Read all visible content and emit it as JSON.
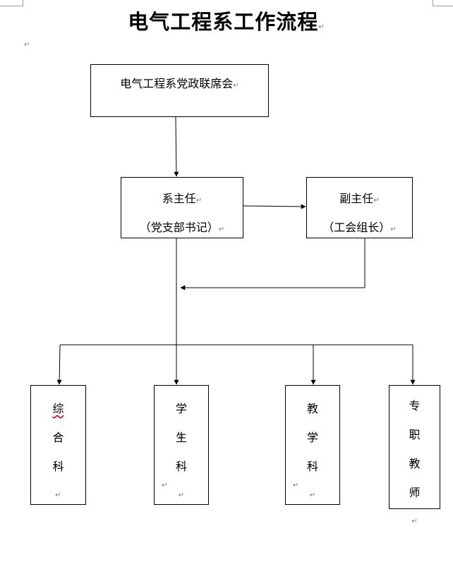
{
  "page": {
    "title": "电气工程系工作流程",
    "return_mark": "↵"
  },
  "boxes": {
    "council": {
      "text": "电气工程系党政联席会"
    },
    "director": {
      "line1": "系主任",
      "line2": "（党支部书记）"
    },
    "deputy": {
      "line1": "副主任",
      "line2": "（工会组长）"
    },
    "general_office": {
      "chars": [
        "综",
        "合",
        "科"
      ]
    },
    "student_office": {
      "chars": [
        "学",
        "生",
        "科"
      ]
    },
    "teaching_office": {
      "chars": [
        "教",
        "学",
        "科"
      ]
    },
    "fulltime_teachers": {
      "chars": [
        "专",
        "职",
        "教",
        "师"
      ]
    }
  }
}
